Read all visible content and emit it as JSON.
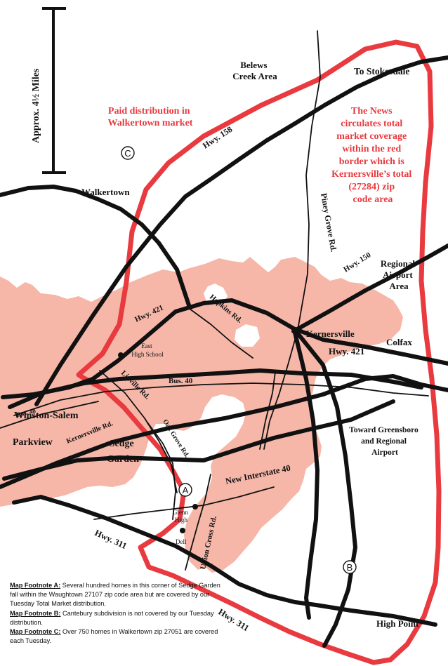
{
  "scale": {
    "label": "Approx. 4½ Miles"
  },
  "labels": {
    "belews": [
      "Belews",
      "Creek Area"
    ],
    "stokesdale": "To Stokesdale",
    "paid": [
      "Paid distribution in",
      "Walkertown market"
    ],
    "news": [
      "The News",
      "circulates total",
      "market coverage",
      "within the red",
      "border which is",
      "Kernersville’s total",
      "(27284) zip",
      "code area"
    ],
    "hwy158": "Hwy. 158",
    "walkertown": "Walkertown",
    "piney": "Piney Grove Rd.",
    "hwy150": "Hwy. 150",
    "regional": [
      "Regional",
      "Airport",
      "Area"
    ],
    "hwy421_left": "Hwy. 421",
    "hopkins": "Hopkins Rd.",
    "kernersville": "Kernersville",
    "colfax": "Colfax",
    "hwy421_right": "Hwy. 421",
    "east_high": [
      "East",
      "High School"
    ],
    "linville": "Linville Rd.",
    "bus40_mid": "Bus. 40",
    "bus40_left": "Bus. 40",
    "winston": "Winston-Salem",
    "kernersville_rd": "Kernersville Rd.",
    "parkview": "Parkview",
    "sedge": [
      "Sedge",
      "Garden"
    ],
    "oak_grove": "Oak Grove Rd.",
    "greensboro": [
      "Toward Greensboro",
      "and Regional",
      "Airport"
    ],
    "interstate": "New Interstate 40",
    "glenn": [
      "Glenn",
      "High"
    ],
    "dell": "Dell",
    "union": "Union Cross Rd.",
    "hwy311_left": "Hwy. 311",
    "hwy311_bottom": "Hwy. 311",
    "high_point": "High Point"
  },
  "markers": {
    "a": "A",
    "b": "B",
    "c": "C"
  },
  "footnotes": [
    {
      "title": "Map Footnote A:",
      "text": " Several hundred homes in this corner of Sedge Garden fall within the Waughtown 27107 zip code area but are covered by our Tuesday Total Market distribution."
    },
    {
      "title": "Map Footnote B:",
      "text": " Cantebury subdivision is not covered by our Tuesday distribution."
    },
    {
      "title": "Map Footnote C:",
      "text": " Over 750 homes in Walkertown zip 27051 are covered each Tuesday."
    }
  ],
  "colors": {
    "boundary": "#e83a3f",
    "urban": "#f6b7a9",
    "road": "#111111"
  }
}
